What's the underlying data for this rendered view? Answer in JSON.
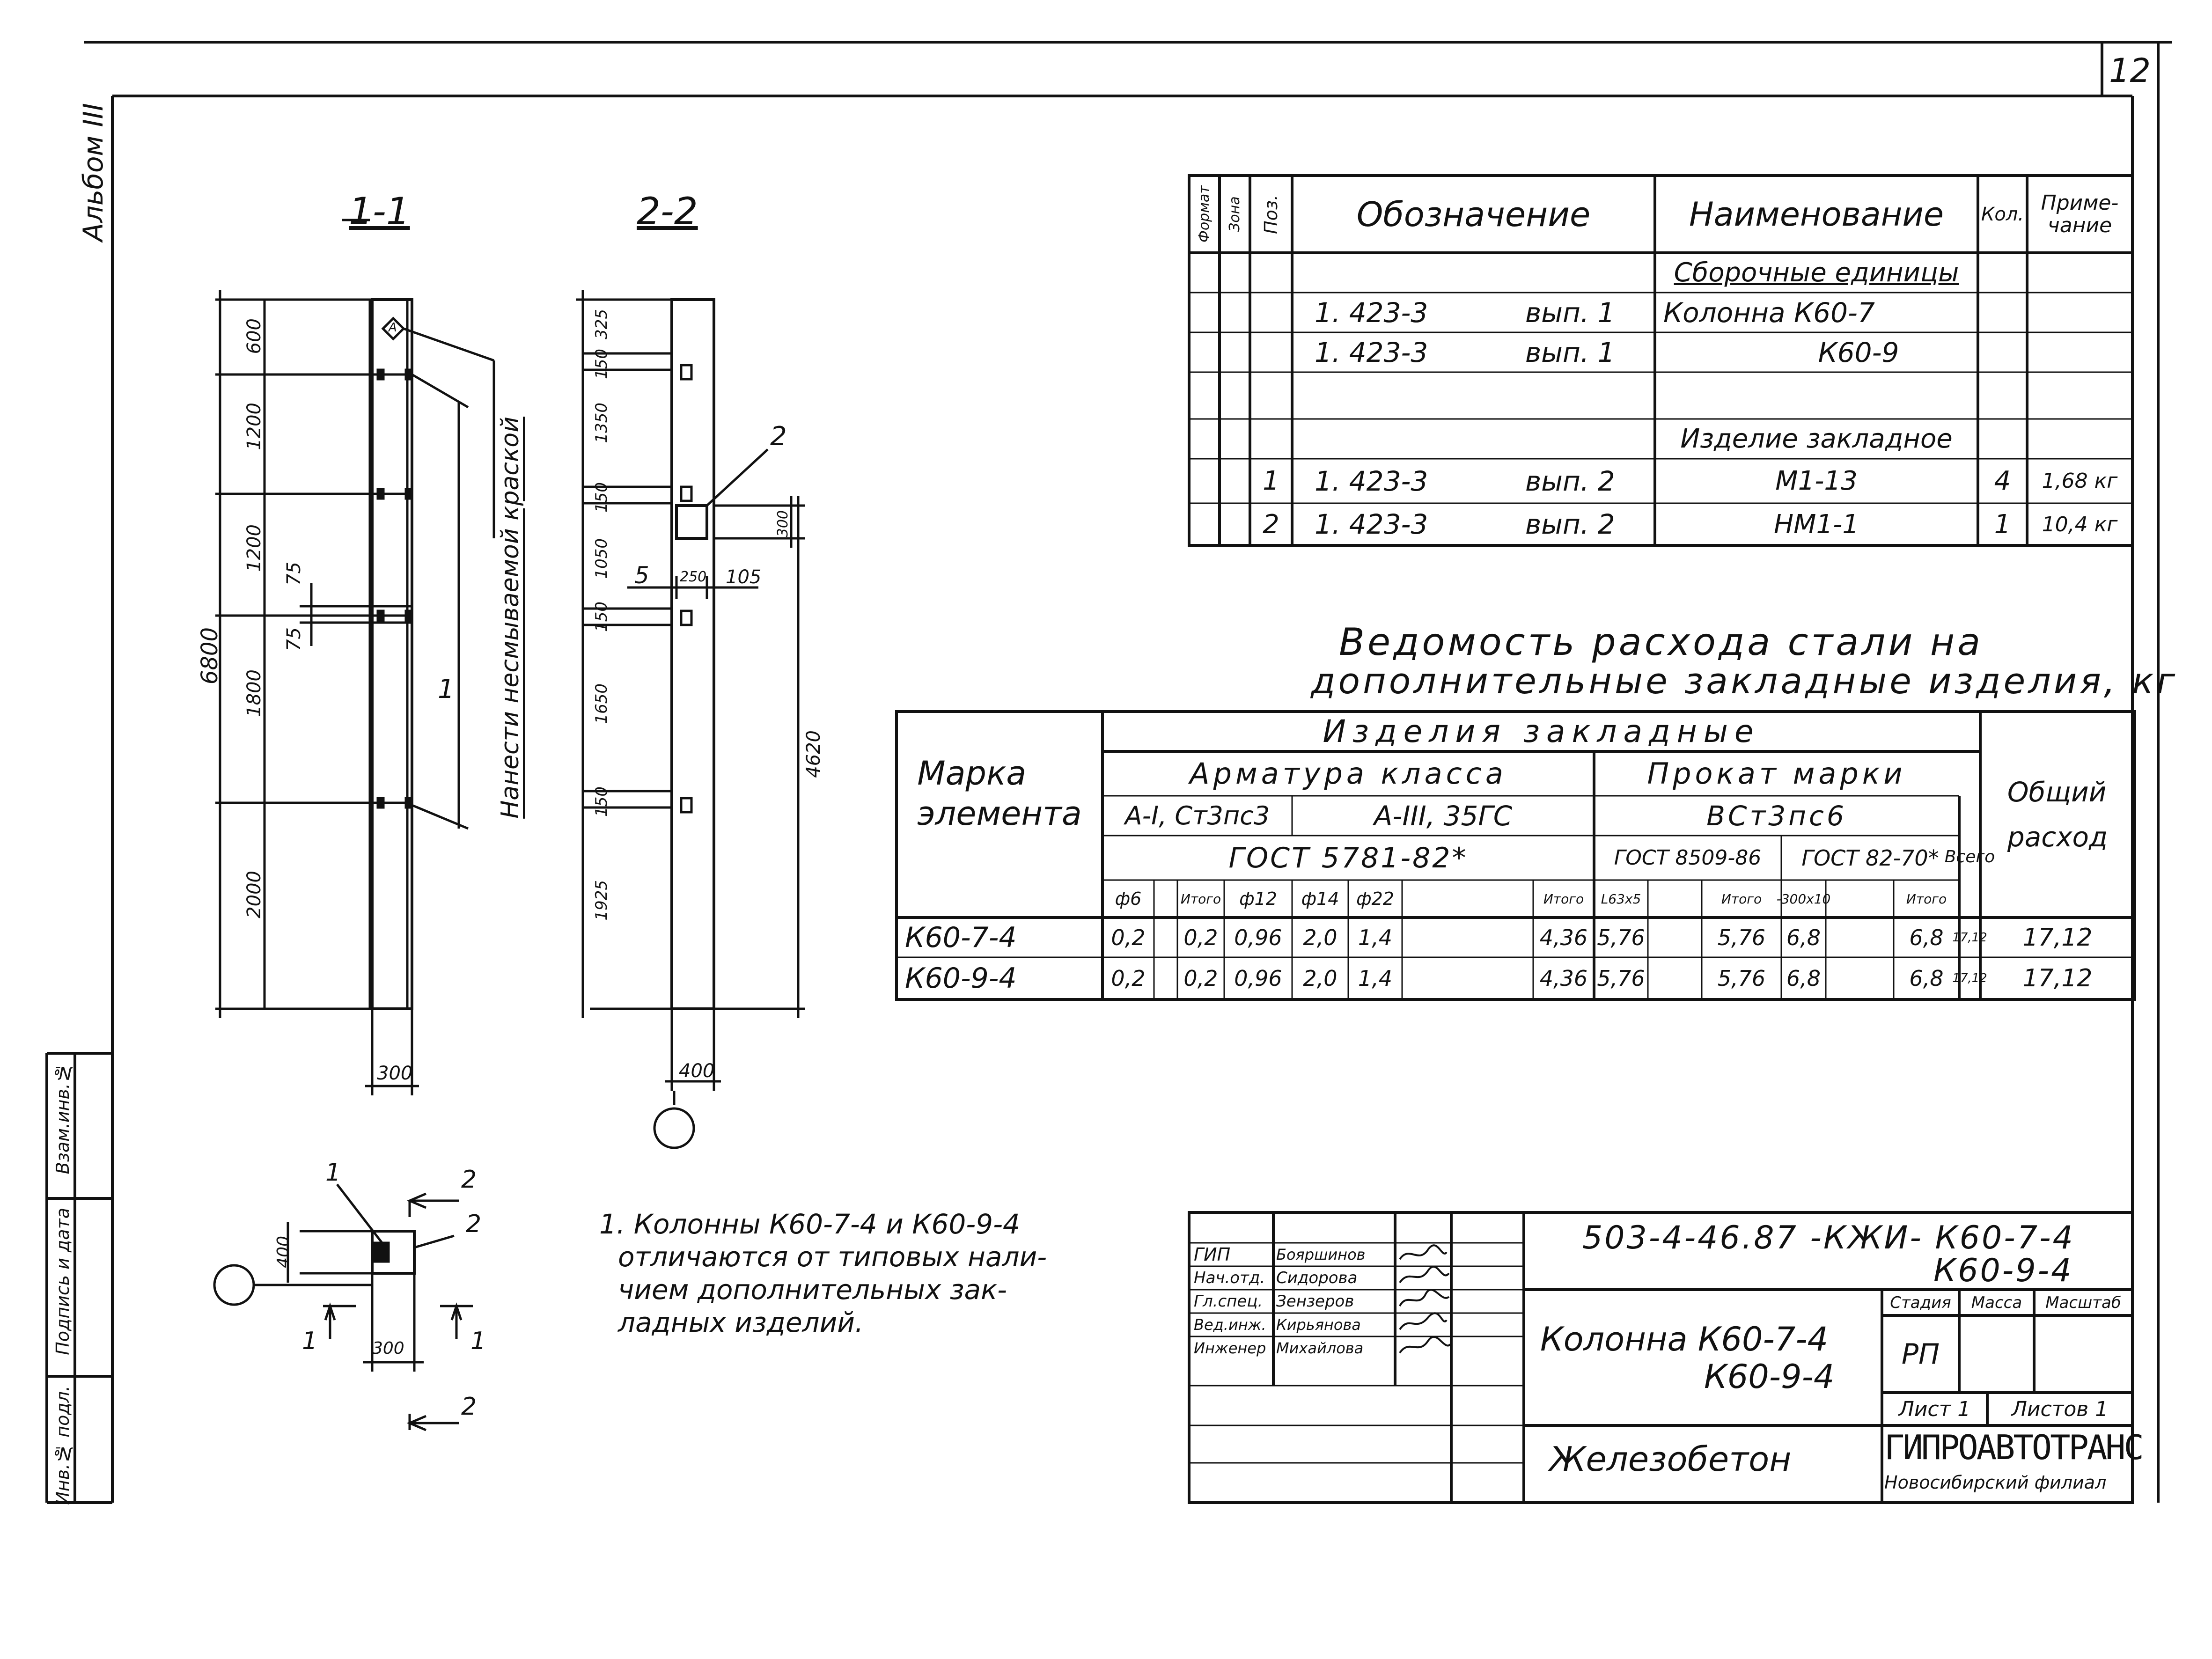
{
  "sheet": {
    "number": "12",
    "album": "Альбом III",
    "left_stamp": [
      "Инв.№ подл.",
      "Подпись и дата",
      "Взам.инв.№"
    ]
  },
  "sections": {
    "s1_title": "1-1",
    "s2_title": "2-2",
    "s1_dims": [
      "600",
      "1200",
      "1200",
      "1800",
      "2000",
      "6800",
      "75",
      "75",
      "300"
    ],
    "s2_dims": [
      "325",
      "150",
      "1350",
      "150",
      "1050",
      "150",
      "1650",
      "150",
      "1925",
      "4620",
      "400",
      "300",
      "250",
      "105",
      "5"
    ],
    "s1_callouts": [
      "1"
    ],
    "s2_callouts": [
      "2"
    ],
    "note_vertical": "Нанести несмываемой краской",
    "marker": "A"
  },
  "plan": {
    "dim_400": "400",
    "dim_300": "300",
    "labels": [
      "1",
      "2",
      "1",
      "1",
      "2",
      "2"
    ]
  },
  "notes": {
    "text": [
      "1. Колонны К60-7-4 и К60-9-4",
      "отличаются от типовых нали-",
      "чием дополнительных зак-",
      "ладных изделий."
    ]
  },
  "spec": {
    "headers": [
      "Формат",
      "Зона",
      "Поз.",
      "Обозначение",
      "Наименование",
      "Кол.",
      "Приме-\nчание"
    ],
    "rows": [
      {
        "pos": "",
        "code": "",
        "ver": "",
        "name": "Сборочные единицы",
        "qty": "",
        "note": ""
      },
      {
        "pos": "",
        "code": "1. 423-3",
        "ver": "вып. 1",
        "name": "Колонна  К60-7",
        "qty": "",
        "note": ""
      },
      {
        "pos": "",
        "code": "1. 423-3",
        "ver": "вып. 1",
        "name": "К60-9",
        "qty": "",
        "note": ""
      },
      {
        "pos": "",
        "code": "",
        "ver": "",
        "name": "",
        "qty": "",
        "note": ""
      },
      {
        "pos": "",
        "code": "",
        "ver": "",
        "name": "Изделие закладное",
        "qty": "",
        "note": ""
      },
      {
        "pos": "1",
        "code": "1. 423-3",
        "ver": "вып. 2",
        "name": "М1-13",
        "qty": "4",
        "note": "1,68 кг"
      },
      {
        "pos": "2",
        "code": "1. 423-3",
        "ver": "вып. 2",
        "name": "НМ1-1",
        "qty": "1",
        "note": "10,4 кг"
      }
    ]
  },
  "steel": {
    "title_line1": "Ведомость расхода стали на",
    "title_line2": "дополнительные закладные изделия, кг",
    "h_mark": "Марка\nэлемента",
    "h_items": "Изделия закладные",
    "h_rebar": "Арматура класса",
    "h_rolled": "Прокат марки",
    "h_a1": "А-I, Ст3пс3",
    "h_a3": "А-III, 35ГС",
    "h_vst": "ВСт3пс6",
    "h_gost1": "ГОСТ 5781-82*",
    "h_gost2": "ГОСТ 8509-86",
    "h_gost3": "ГОСТ 82-70*",
    "h_total": "Всего",
    "h_sum": "Общий\nрасход",
    "sub": [
      "ф6",
      "",
      "Итого",
      "ф12",
      "ф14",
      "ф22",
      "",
      "Итого",
      "L63x5",
      "",
      "Итого",
      "-300x10",
      "",
      "Итого"
    ],
    "rows": [
      {
        "mark": "К60-7-4",
        "v": [
          "0,2",
          "",
          "0,2",
          "0,96",
          "2,0",
          "1,4",
          "",
          "4,36",
          "5,76",
          "",
          "5,76",
          "6,8",
          "",
          "6,8"
        ],
        "total": "17,12",
        "sum": "17,12"
      },
      {
        "mark": "К60-9-4",
        "v": [
          "0,2",
          "",
          "0,2",
          "0,96",
          "2,0",
          "1,4",
          "",
          "4,36",
          "5,76",
          "",
          "5,76",
          "6,8",
          "",
          "6,8"
        ],
        "total": "17,12",
        "sum": "17,12"
      }
    ]
  },
  "title_block": {
    "code": "503-4-46.87  -КЖИ-  К60-7-4",
    "code2": "К60-9-4",
    "roles": [
      "ГИП",
      "Нач.отд.",
      "Гл.спец.",
      "Вед.инж.",
      "Инженер"
    ],
    "names": [
      "Бояршинов",
      "Сидорова",
      "Зензеров",
      "Кирьянова",
      "Михайлова"
    ],
    "object_line1": "Колонна   К60-7-4",
    "object_line2": "К60-9-4",
    "stage_h": "Стадия",
    "mass_h": "Масса",
    "scale_h": "Масштаб",
    "stage": "РП",
    "sheet": "Лист 1",
    "sheets": "Листов 1",
    "material": "Железобетон",
    "org": "ГИПРОАВТОТРАНС",
    "branch": "Новосибирский филиал"
  }
}
